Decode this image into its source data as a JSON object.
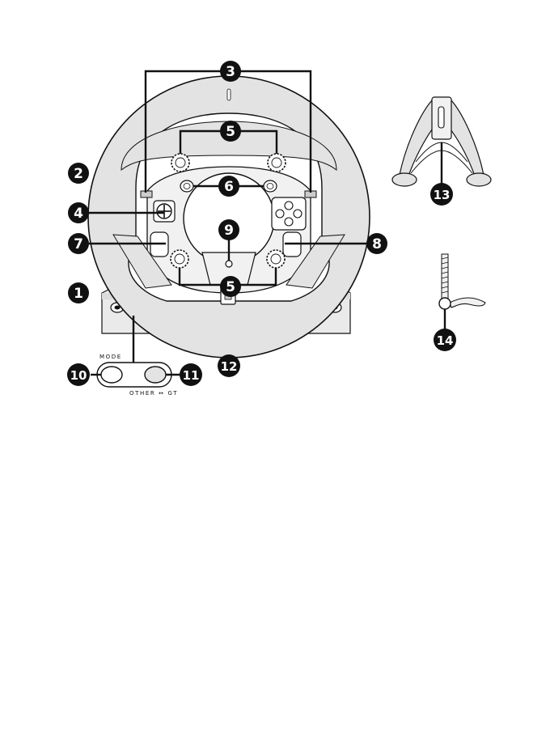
{
  "colors": {
    "ink": "#111111",
    "ring_gray": "#e3e3e3",
    "hub_gray": "#f1f1f1",
    "base_gray": "#eaeaea"
  },
  "callouts": [
    "1",
    "2",
    "3",
    "4",
    "5",
    "6",
    "7",
    "8",
    "9",
    "10",
    "11",
    "12",
    "13",
    "14"
  ],
  "labels": {
    "mode": "MODE",
    "other_gt": "OTHER ↔ GT"
  }
}
